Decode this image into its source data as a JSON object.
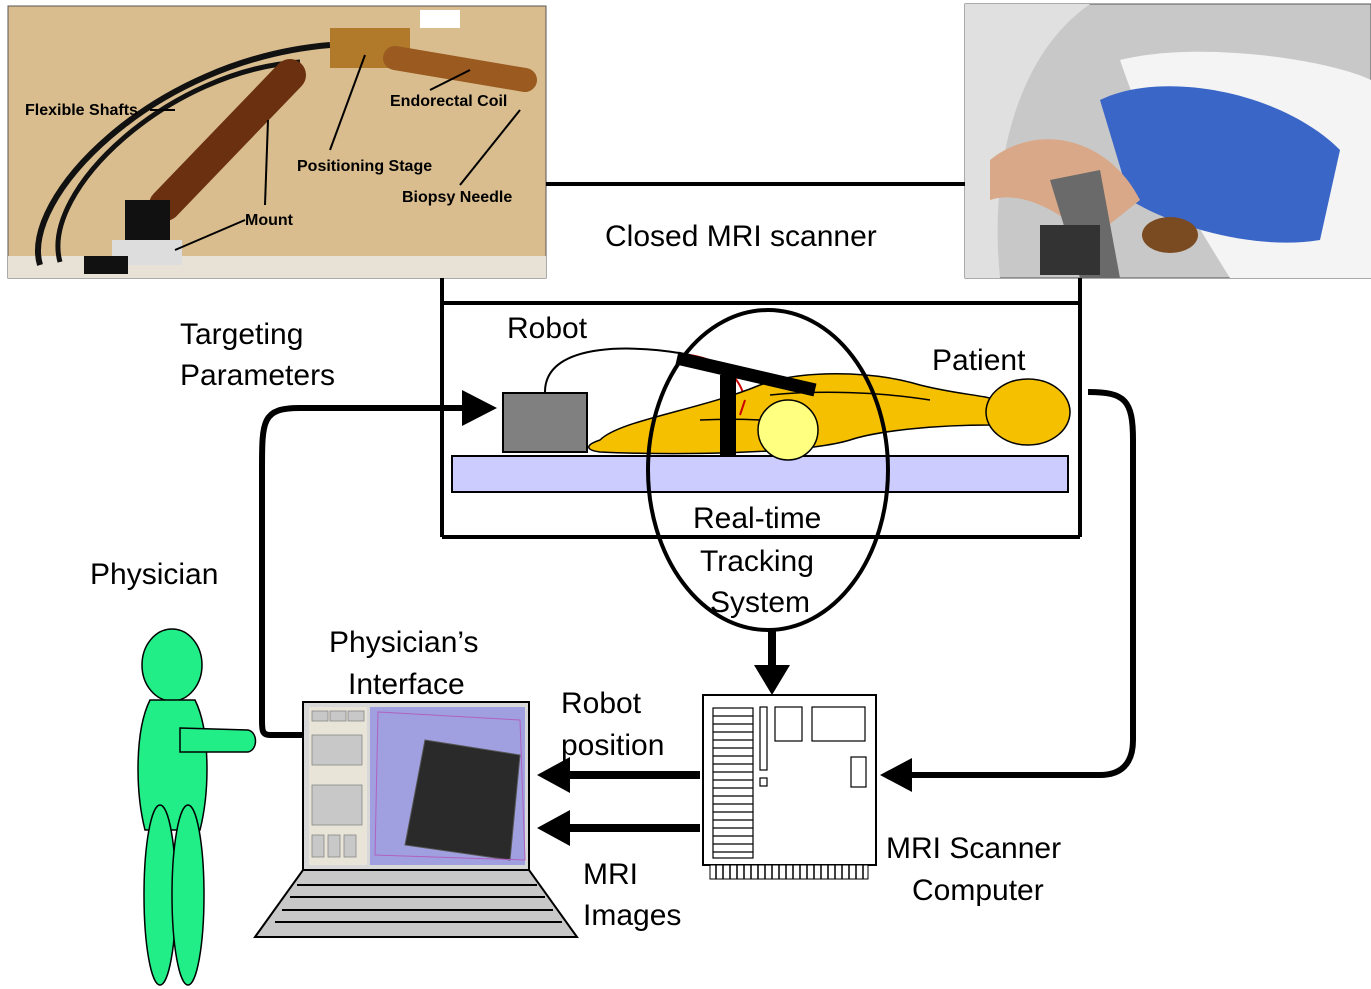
{
  "photo_left": {
    "labels": {
      "flexible_shafts": "Flexible Shafts",
      "endorectal_coil": "Endorectal Coil",
      "positioning_stage": "Positioning Stage",
      "biopsy_needle": "Biopsy Needle",
      "mount": "Mount"
    }
  },
  "scanner": {
    "label": "Closed MRI scanner"
  },
  "robot": {
    "label": "Robot"
  },
  "patient": {
    "label": "Patient"
  },
  "tracking": {
    "line1": "Real-time",
    "line2": "Tracking",
    "line3": "System"
  },
  "targeting": {
    "line1": "Targeting",
    "line2": "Parameters"
  },
  "physician": {
    "label": "Physician"
  },
  "interface": {
    "line1": "Physician’s",
    "line2": "Interface"
  },
  "robot_position": {
    "line1": "Robot",
    "line2": "position"
  },
  "mri_images": {
    "line1": "MRI",
    "line2": "Images"
  },
  "scanner_computer": {
    "line1": "MRI Scanner",
    "line2": "Computer"
  },
  "colors": {
    "patient": "#f5c000",
    "physician": "#22ee88",
    "table": "#ccccff",
    "robot": "#808080",
    "screen": "#a0a0e0"
  }
}
